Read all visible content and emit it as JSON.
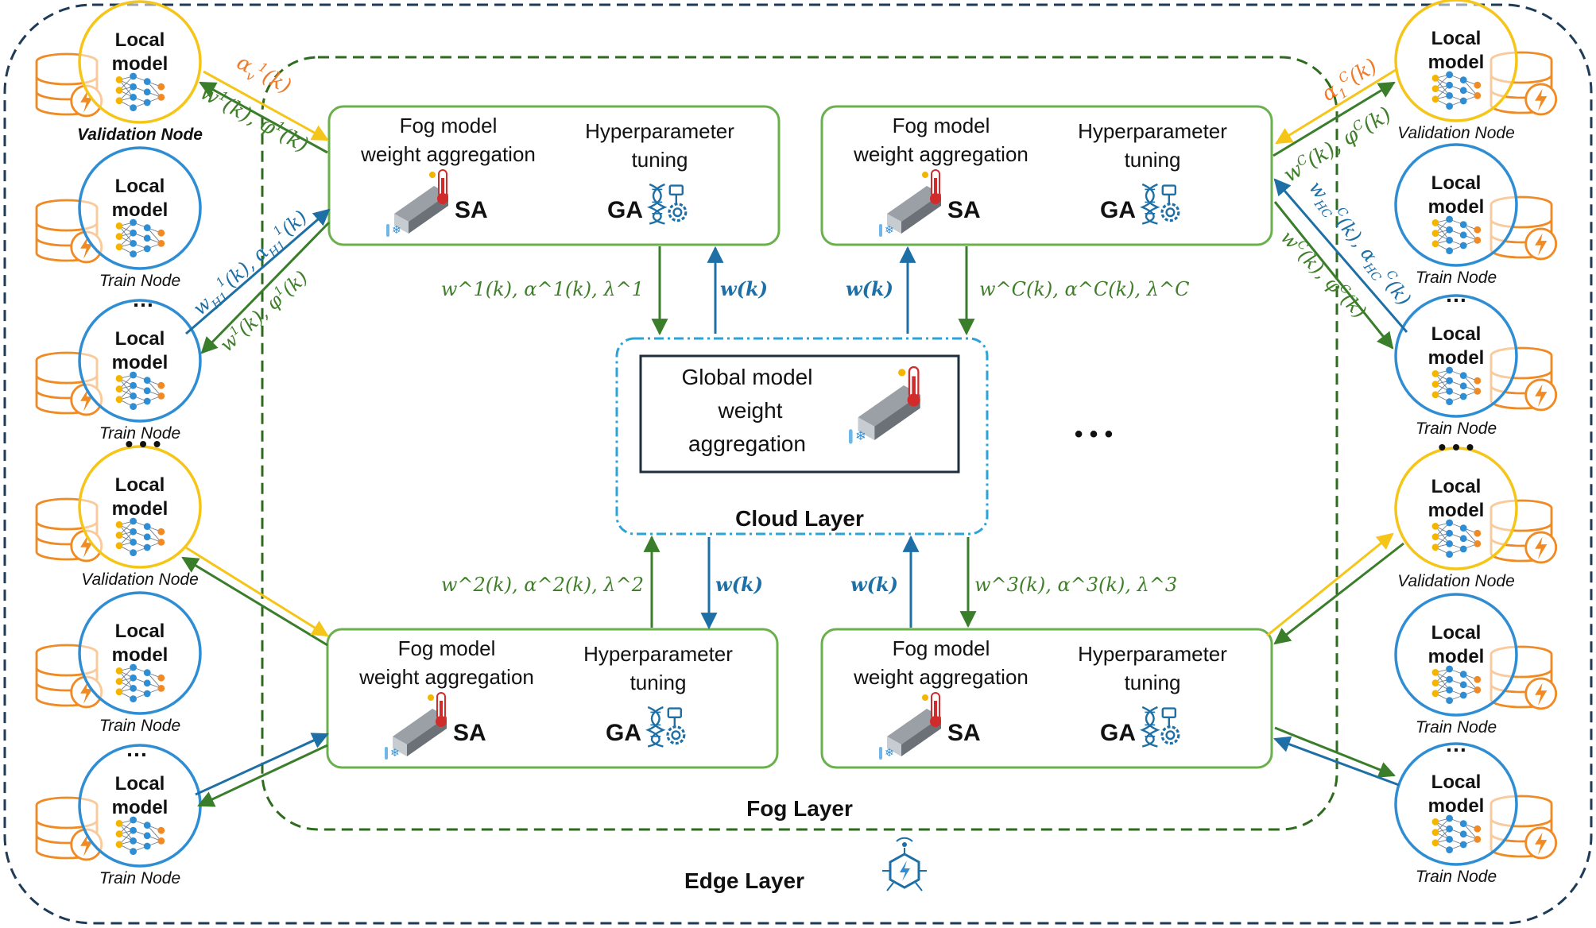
{
  "edge_layer": {
    "label": "Edge Layer",
    "icon": "edge-hub-icon"
  },
  "fog_layer": {
    "label": "Fog Layer"
  },
  "cloud_layer": {
    "label": "Cloud Layer",
    "global_box": {
      "line1": "Global model",
      "line2": "weight",
      "line3": "aggregation",
      "icon": "steel-beam-thermometer-icon"
    }
  },
  "fog_box": {
    "agg_line1": "Fog model",
    "agg_line2": "weight aggregation",
    "hp_line1": "Hyperparameter",
    "hp_line2": "tuning",
    "sa": "SA",
    "ga": "GA",
    "sa_icon": "steel-beam-thermometer-icon",
    "ga_icon": "dna-gear-icon"
  },
  "node": {
    "local1": "Local",
    "local2": "model",
    "icon": "database-bolt-icon"
  },
  "nodes_left": [
    {
      "caption": "Validation Node",
      "type": "validation"
    },
    {
      "caption": "Train Node",
      "type": "train"
    },
    {
      "caption": "Train Node",
      "type": "train"
    },
    {
      "caption": "Validation Node",
      "type": "validation"
    },
    {
      "caption": "Train Node",
      "type": "train"
    },
    {
      "caption": "Train Node",
      "type": "train"
    }
  ],
  "nodes_right": [
    {
      "caption": "Validation Node",
      "type": "validation"
    },
    {
      "caption": "Train Node",
      "type": "train"
    },
    {
      "caption": "Train Node",
      "type": "train"
    },
    {
      "caption": "Validation Node",
      "type": "validation"
    },
    {
      "caption": "Train Node",
      "type": "train"
    },
    {
      "caption": "Train Node",
      "type": "train"
    }
  ],
  "ellipsis": "…",
  "ellipsis_center": "• • •",
  "labels": {
    "alpha_v1": "α_v^1(k)",
    "w1_phi1_top": "w^1(k), φ^1(k)",
    "w_h1_alpha_h1": "w_{H^1}^1(k), α_{H^1}^1(k)",
    "w1_phi1_mid": "w^1(k), φ^1(k)",
    "alpha_1c": "α_1^C(k)",
    "wc_phic_top": "w^C(k), φ^C(k)",
    "w_hc_alpha_hc": "w_{H^C}^C(k), α_{H^C}^C(k)",
    "wc_phic_mid": "w^C(k), φ^C(k)",
    "up_left_top": "w^1(k), α^1(k), λ^1",
    "down_left_top": "w(k)",
    "down_right_top": "w(k)",
    "up_right_top": "w^C(k), α^C(k), λ^C",
    "up_left_bottom": "w^2(k), α^2(k), λ^2",
    "down_left_bottom": "w(k)",
    "down_right_bottom": "w(k)",
    "up_right_bottom": "w^3(k), α^3(k), λ^3"
  },
  "colors": {
    "edge_border": "#1f3b57",
    "fog_border": "#2e6b1f",
    "cloud_border": "#2aa3d6",
    "box_border": "#6ab04c",
    "validation_ring": "#f5c518",
    "train_ring": "#2f8ed3",
    "db_orange": "#f08a24",
    "green_text": "#3f7f2a",
    "blue_text": "#1d6fa5",
    "orange_text": "#f07b2a"
  }
}
